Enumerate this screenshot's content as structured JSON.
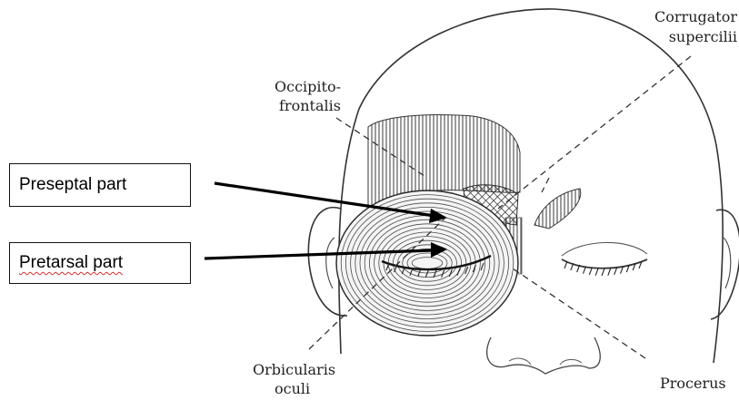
{
  "callouts": {
    "preseptal": "Preseptal part",
    "pretarsal": "Pretarsal part"
  },
  "labels": {
    "corrugator_line1": "Corrugator",
    "corrugator_line2": "supercilii",
    "occipito_line1": "Occipito-",
    "occipito_line2": "frontalis",
    "orbicularis_line1": "Orbicularis",
    "orbicularis_line2": "oculi",
    "procerus": "Procerus"
  },
  "colors": {
    "line_art": "#333333",
    "arrow": "#000000",
    "spellcheck_underline": "#d0312d"
  }
}
